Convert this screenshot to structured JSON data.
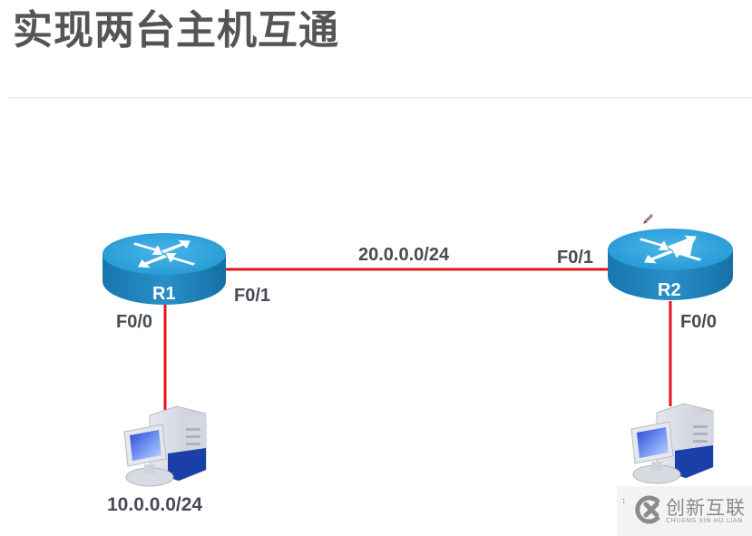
{
  "slide": {
    "title": "实现两台主机互通"
  },
  "topology": {
    "link_color": "#e3141b",
    "router_color": "#1e90c8",
    "routers": [
      {
        "name": "R1",
        "ports": {
          "left_down": "F0/0",
          "right": "F0/1"
        }
      },
      {
        "name": "R2",
        "ports": {
          "left": "F0/1",
          "down": "F0/0"
        }
      }
    ],
    "links": [
      {
        "from": "R1 F0/1",
        "to": "R2 F0/1",
        "network": "20.0.0.0/24"
      },
      {
        "from": "R1 F0/0",
        "to": "PC1"
      },
      {
        "from": "R2 F0/0",
        "to": "PC2"
      }
    ],
    "hosts": [
      {
        "name": "PC1",
        "network": "10.0.0.0/24"
      },
      {
        "name": "PC2",
        "network": ""
      }
    ],
    "labels": {
      "r1_f01": "F0/1",
      "r1_f00": "F0/0",
      "r2_f01": "F0/1",
      "r2_f00": "F0/0",
      "middle_network": "20.0.0.0/24",
      "left_network": "10.0.0.0/24"
    }
  },
  "watermark": {
    "text": "创新互联",
    "subtext": "CHUANG XIN HU LIAN",
    "dots": ":"
  }
}
